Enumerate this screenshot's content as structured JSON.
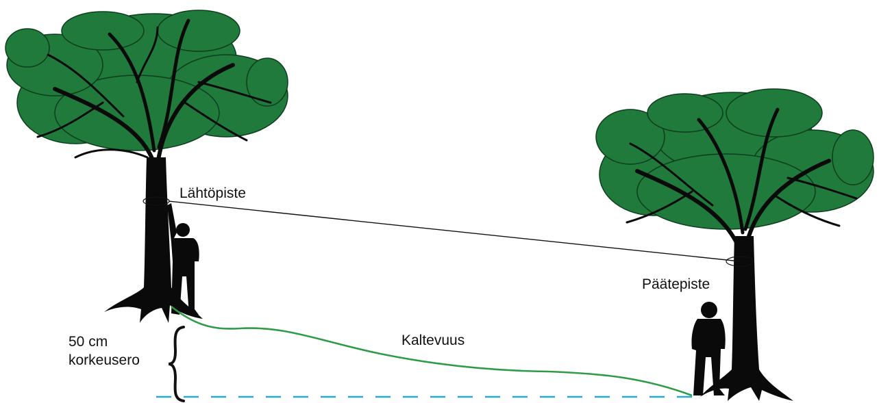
{
  "labels": {
    "start_point": "Lähtöpiste",
    "end_point": "Päätepiste",
    "slope": "Kaltevuus",
    "height_value": "50 cm",
    "height_word": "korkeusero"
  },
  "colors": {
    "foliage": "#1f7a3c",
    "foliage_dark": "#0d3d1c",
    "silhouette": "#111111",
    "slope_line": "#2e9c46",
    "baseline_dashed": "#29a8d8",
    "background": "#ffffff"
  },
  "icons": [
    "tree-left-icon",
    "tree-right-icon",
    "person-left-icon",
    "person-right-icon",
    "brace-icon"
  ]
}
